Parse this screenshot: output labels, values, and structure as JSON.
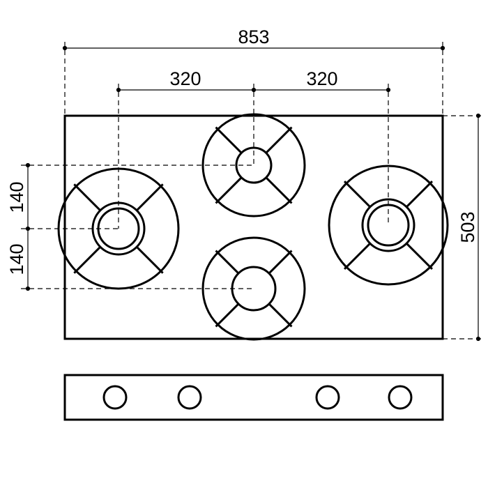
{
  "dimensions": {
    "overall_width": "853",
    "burner_spacing_left": "320",
    "burner_spacing_right": "320",
    "vertical_upper": "140",
    "vertical_lower": "140",
    "overall_depth": "503"
  },
  "burners": [
    "left-large",
    "top-middle",
    "bottom-middle",
    "right-large"
  ],
  "control_knobs": 4,
  "colors": {
    "line": "#000000",
    "background": "#ffffff"
  }
}
